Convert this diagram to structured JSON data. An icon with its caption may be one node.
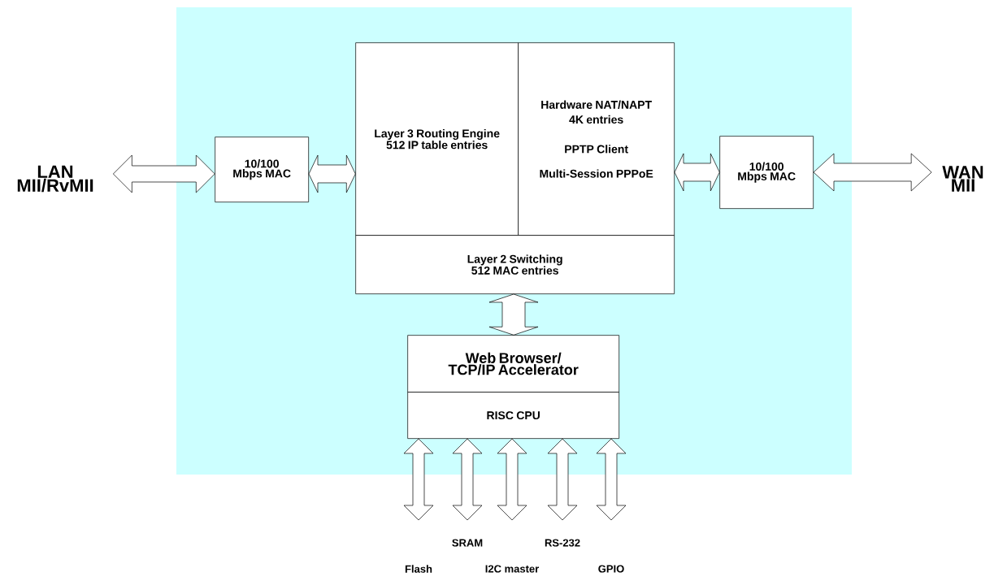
{
  "diagram": {
    "nodes": [
      {
        "text": [],
        "shape": "box"
      },
      {
        "text": [
          "LAN MII/RvMII"
        ]
      },
      {
        "text": [
          "10/100 Mbps MAC"
        ],
        "in": 0
      },
      {
        "text": [
          "Layer 3 Routing Engine 512 IP table entries"
        ],
        "in": 0
      },
      {
        "text": [
          "Hardware NAT/NAPT 4K entries",
          "PPTP Client",
          "Multi-Session PPPoE"
        ],
        "in": 0
      },
      {
        "text": [
          "Layer 2 Switching 512 MAC entries"
        ],
        "in": 0
      },
      {
        "text": [
          "10/100 Mbps MAC"
        ],
        "in": 0
      },
      {
        "text": [
          "WAN MII"
        ]
      },
      {
        "text": [
          "Web Browser/ TCP/IP Accelerator"
        ],
        "in": 0
      },
      {
        "text": [
          "RISC CPU"
        ],
        "in": 0
      },
      {
        "text": [
          "Flash"
        ]
      },
      {
        "text": [
          "SRAM"
        ]
      },
      {
        "text": [
          "I2C master"
        ]
      },
      {
        "text": [
          "RS-232"
        ]
      },
      {
        "text": [
          "GPIO"
        ]
      }
    ],
    "edges": [
      {
        "from": 1,
        "to": 2,
        "arrow": "both"
      },
      {
        "from": 2,
        "to": 3,
        "arrow": "both"
      },
      {
        "from": 4,
        "to": 6,
        "arrow": "both"
      },
      {
        "from": 6,
        "to": 7,
        "arrow": "both"
      },
      {
        "from": 5,
        "to": 8,
        "arrow": "both"
      },
      {
        "from": 9,
        "to": 10,
        "arrow": "both"
      },
      {
        "from": 9,
        "to": 11,
        "arrow": "both"
      },
      {
        "from": 9,
        "to": 12,
        "arrow": "both"
      },
      {
        "from": 9,
        "to": 13,
        "arrow": "both"
      },
      {
        "from": 9,
        "to": 14,
        "arrow": "both"
      }
    ]
  }
}
